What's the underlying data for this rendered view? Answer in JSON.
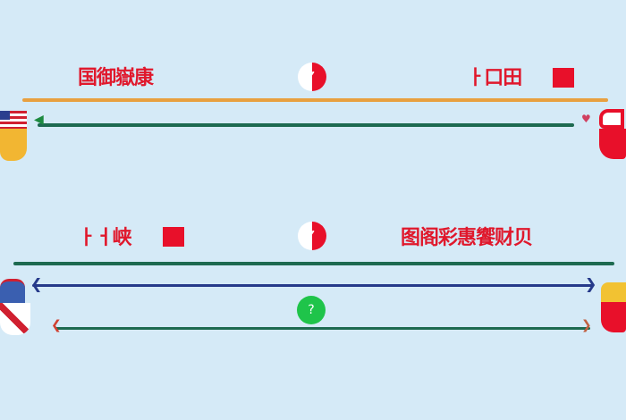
{
  "colors": {
    "background": "#d5eaf7",
    "accent_red": "#e8102a",
    "orange_line": "#e8a040",
    "green_line": "#1d6a50",
    "navy_line": "#263a8a"
  },
  "top_row": {
    "left_label": "国御嶽康",
    "right_label": "ㅏ口田",
    "clock_icon": "clock-icon"
  },
  "bottom_row": {
    "left_label": "ㅏㅓ峡",
    "right_label": "图阁彩惠饗财贝",
    "clock_icon": "clock-icon",
    "help_badge": "?"
  },
  "figures": [
    "usa-flag-figure",
    "red-figure-right-top",
    "uk-flag-figure",
    "red-figure-right-bottom"
  ]
}
